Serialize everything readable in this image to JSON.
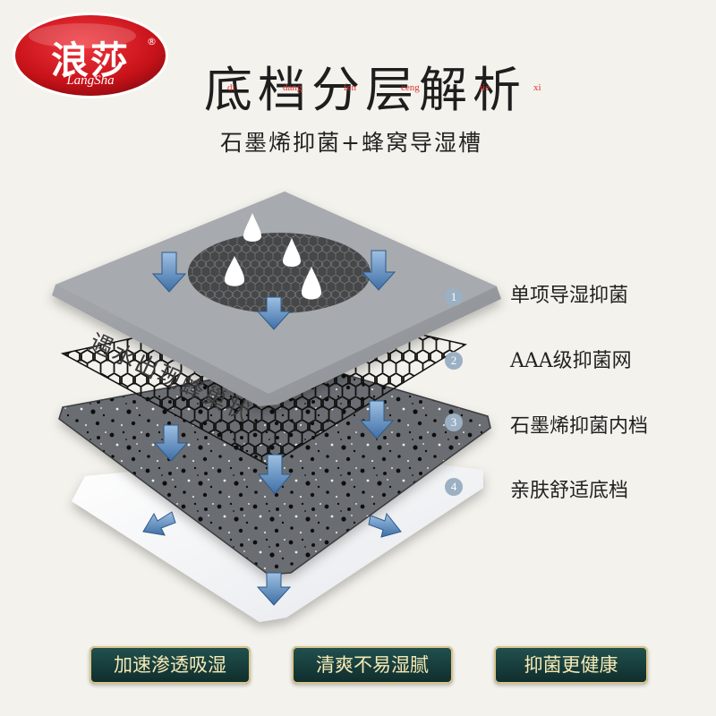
{
  "brand": {
    "name_cn": "浪莎",
    "name_en": "LangSha",
    "registered_mark": "®",
    "logo_color": "#d0141a"
  },
  "header": {
    "title": "底档分层解析",
    "pinyin": [
      "di",
      "dang",
      "fen",
      "ceng",
      "jie",
      "xi"
    ],
    "subtitle": "石墨烯抑菌+蜂窝导湿槽"
  },
  "diagram": {
    "top_layer_text": "遇水出现蜂巢状",
    "arrow_color": "#5b86b8",
    "layers": [
      {
        "number": "1",
        "label": "单项导湿抑菌"
      },
      {
        "number": "2",
        "label": "AAA级抑菌网"
      },
      {
        "number": "3",
        "label": "石墨烯抑菌内档"
      },
      {
        "number": "4",
        "label": "亲肤舒适底档"
      }
    ]
  },
  "features": [
    {
      "label": "加速渗透吸湿"
    },
    {
      "label": "清爽不易湿腻"
    },
    {
      "label": "抑菌更健康"
    }
  ]
}
